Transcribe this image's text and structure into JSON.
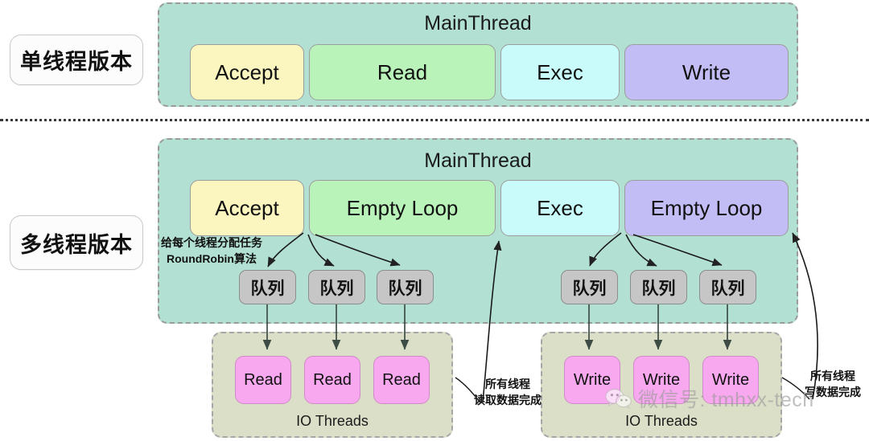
{
  "labels": {
    "single_thread": "单线程版本",
    "multi_thread": "多线程版本"
  },
  "sections": [
    {
      "id": "single",
      "container_title": "MainThread",
      "stages": [
        {
          "name": "Accept",
          "color": "#fbf5c0"
        },
        {
          "name": "Read",
          "color": "#b9f3ba"
        },
        {
          "name": "Exec",
          "color": "#c9fbfb"
        },
        {
          "name": "Write",
          "color": "#c3bdf5"
        }
      ]
    },
    {
      "id": "multi",
      "container_title": "MainThread",
      "stages": [
        {
          "name": "Accept",
          "color": "#fbf5c0"
        },
        {
          "name": "Empty Loop",
          "color": "#b9f3ba"
        },
        {
          "name": "Exec",
          "color": "#c9fbfb"
        },
        {
          "name": "Empty Loop",
          "color": "#c3bdf5"
        }
      ]
    }
  ],
  "queues": {
    "label": "队列",
    "left_group": [
      "队列",
      "队列",
      "队列"
    ],
    "right_group": [
      "队列",
      "队列",
      "队列"
    ]
  },
  "io_groups": [
    {
      "id": "io-left",
      "title": "IO Threads",
      "workers": [
        "Read",
        "Read",
        "Read"
      ]
    },
    {
      "id": "io-right",
      "title": "IO Threads",
      "workers": [
        "Write",
        "Write",
        "Write"
      ]
    }
  ],
  "annotations": {
    "round_robin_line1": "给每个线程分配任务",
    "round_robin_line2": "RoundRobin算法",
    "read_done_line1": "所有线程",
    "read_done_line2": "读取数据完成",
    "write_done_line1": "所有线程",
    "write_done_line2": "写数据完成"
  },
  "watermark": {
    "text": "微信号: tmhxx-tech",
    "icon": "wechat-icon"
  },
  "colors": {
    "mainthread_bg": "#b2e0d2",
    "io_group_bg": "#dcdfc8",
    "queue_bg": "#c6c6c6",
    "worker_bg": "#f7a8ee",
    "divider": "#3a3a3a"
  }
}
